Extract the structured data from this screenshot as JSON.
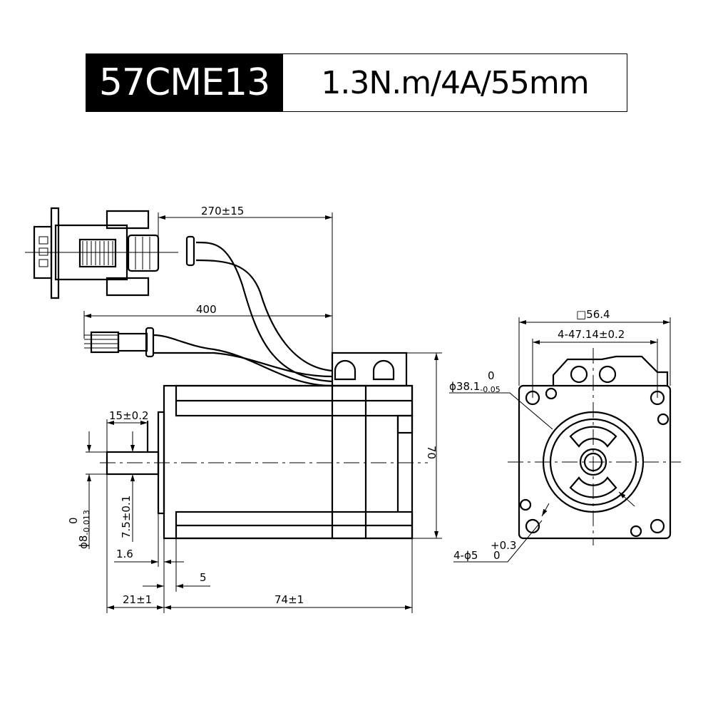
{
  "header": {
    "model": "57CME13",
    "spec": "1.3N.m/4A/55mm"
  },
  "dimensions": {
    "cable_encoder": "270±15",
    "cable_power": "400",
    "height": "70",
    "shaft_flat": "15±0.2",
    "shaft_dia": "ϕ8",
    "shaft_dia_tol_upper": "0",
    "shaft_dia_tol_lower": "-0.013",
    "flat_depth": "7.5±0.1",
    "boss_thickness": "1.6",
    "flange_thickness": "5",
    "shaft_length": "21±1",
    "body_length": "74±1",
    "flange_square": "□56.4",
    "hole_spacing": "4-47.14±0.2",
    "pilot_dia": "ϕ38.1",
    "pilot_tol_upper": "0",
    "pilot_tol_lower": "-0.05",
    "holes": "4-ϕ5",
    "holes_tol_upper": "+0.3",
    "holes_tol_lower": "0"
  }
}
